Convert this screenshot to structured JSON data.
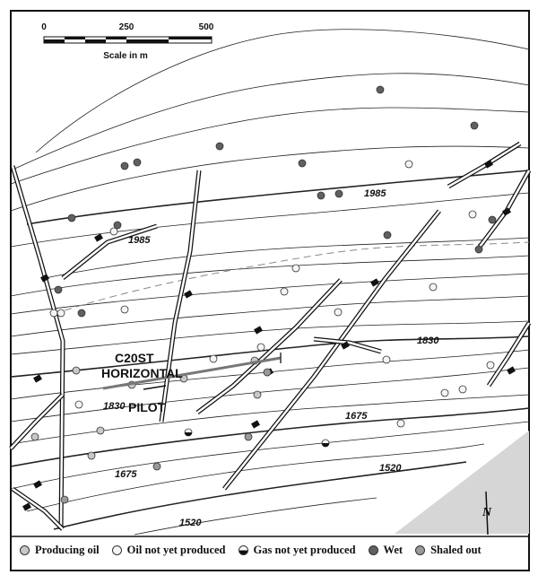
{
  "scale": {
    "ticks": [
      "0",
      "250",
      "500"
    ],
    "caption": "Scale in m"
  },
  "well_labels": {
    "horizontal_1": "C20ST",
    "horizontal_2": "HORIZONTAL",
    "pilot": "PILOT"
  },
  "contour_labels": [
    "1985",
    "1985",
    "1830",
    "1830",
    "1675",
    "1675",
    "1520",
    "1520"
  ],
  "north_label": "N",
  "legend": [
    {
      "label": "Producing oil",
      "color": "#c8c8c8"
    },
    {
      "label": "Oil not yet produced",
      "color": "#f4f4f4"
    },
    {
      "label": "Gas not yet produced",
      "color": "#111111"
    },
    {
      "label": "Wet",
      "color": "#606060"
    },
    {
      "label": "Shaled out",
      "color": "#9a9a9a"
    }
  ]
}
